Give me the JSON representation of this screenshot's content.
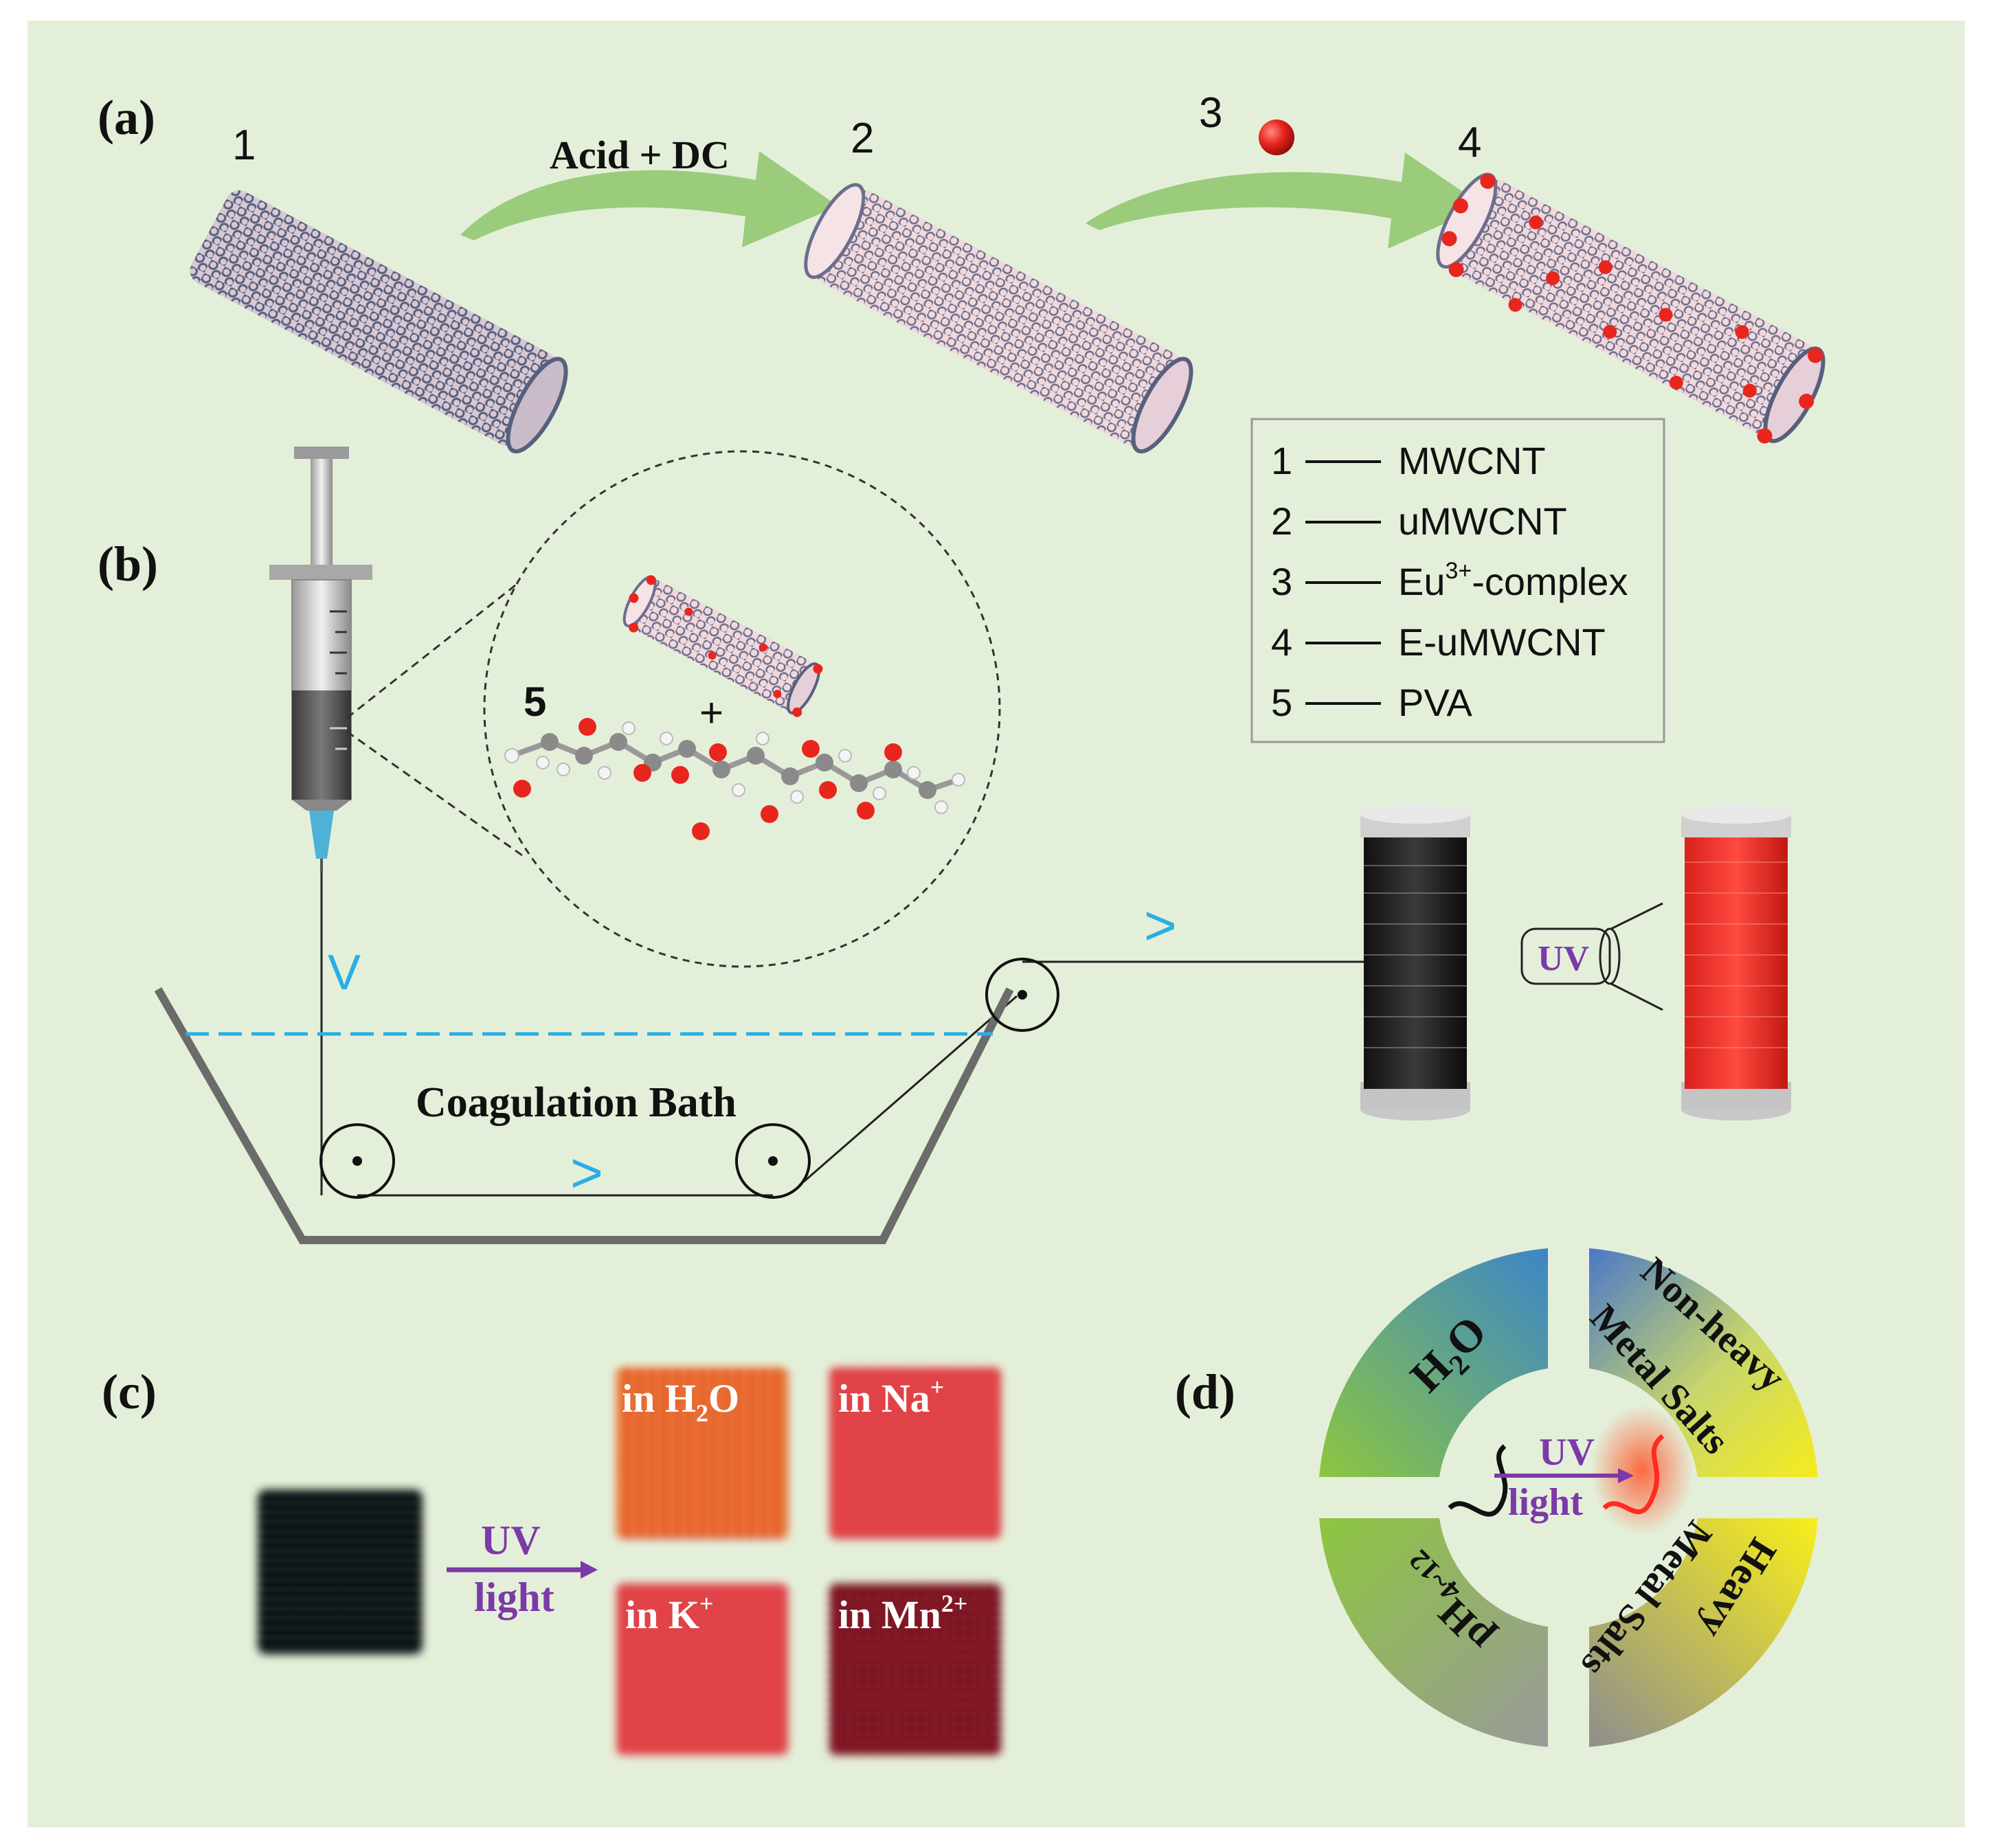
{
  "colors": {
    "background": "#e4efd9",
    "arrow_green": "#9acc7c",
    "uv_purple": "#7b3aa8",
    "flow_blue": "#29aee6",
    "eu_red": "#e8261e"
  },
  "panel_a": {
    "label": "(a)",
    "step_numbers": [
      "1",
      "2",
      "3",
      "4"
    ],
    "arrow1_label": "Acid + DC"
  },
  "legend": {
    "items": [
      {
        "num": "1",
        "name": "MWCNT"
      },
      {
        "num": "2",
        "name": "uMWCNT"
      },
      {
        "num": "3",
        "name_main": "Eu",
        "name_sup": "3+",
        "name_rest": "-complex"
      },
      {
        "num": "4",
        "name": "E-uMWCNT"
      },
      {
        "num": "5",
        "name": "PVA"
      }
    ]
  },
  "panel_b": {
    "label": "(b)",
    "inset_number": "5",
    "inset_plus": "+",
    "bath_label": "Coagulation Bath",
    "uv_label": "UV",
    "flow_glyph_down": "V",
    "flow_glyph_right": ">"
  },
  "panel_c": {
    "label": "(c)",
    "uv_line1": "UV",
    "uv_line2": "light",
    "tiles": [
      {
        "pre": "in H",
        "sub": "2",
        "post": "O",
        "sup": ""
      },
      {
        "pre": "in Na",
        "sub": "",
        "post": "",
        "sup": "+"
      },
      {
        "pre": "in K",
        "sub": "",
        "post": "",
        "sup": "+"
      },
      {
        "pre": "in Mn",
        "sub": "",
        "post": "",
        "sup": "2+"
      }
    ]
  },
  "panel_d": {
    "label": "(d)",
    "segments": {
      "h2o": {
        "pre": "H",
        "sub": "2",
        "post": "O"
      },
      "nonheavy_line1": "Non-heavy",
      "nonheavy_line2": "Metal Salts",
      "ph": {
        "pre": "pH",
        "post": "4~12"
      },
      "heavy_line1": "Heavy",
      "heavy_line2": "Metal Salts"
    },
    "center_uv": "UV",
    "center_light": "light"
  }
}
